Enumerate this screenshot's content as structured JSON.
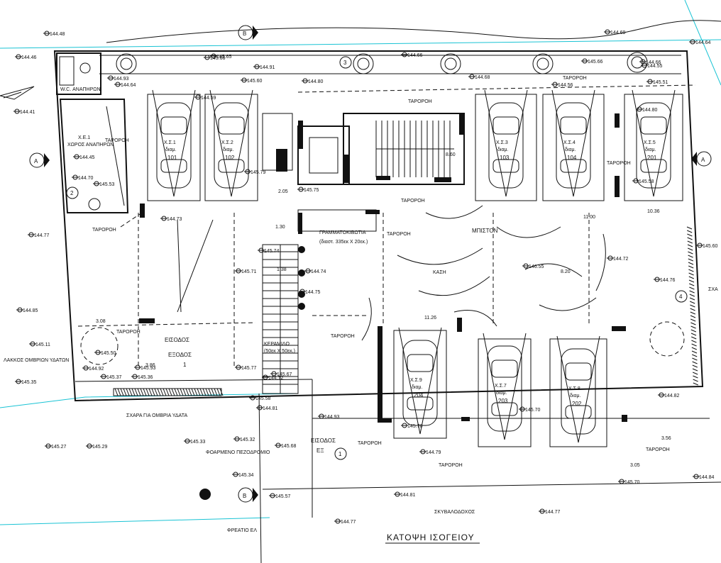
{
  "title": "ΚΑΤΟΨΗ ΙΣΟΓΕΙΟΥ",
  "section_markers": [
    "A",
    "A",
    "B",
    "B"
  ],
  "axis_markers": [
    "1",
    "2",
    "3",
    "4"
  ],
  "rooms": {
    "wc": "W.C. ΑΝΑΠΗΡΩΝ",
    "storage_top": "Χ.Ε.1",
    "storage_name": "ΧΩΡΟΣ ΑΝΑΠΗΡΩΝ",
    "lobby": "ΓΡΑΜΜΑΤΟΚΙΒΩΤΙΑ",
    "lobby_dims": "(διαστ. 335εκ Χ 20εκ.)",
    "ramp": "ΚΕΡΑΜΙΔΟ",
    "ramp_dims": "(50εκ Χ 50εκ.)",
    "exit1": "ΕΙΣΟΔΟΣ",
    "exit2": "ΕΞΟΔΟΣ",
    "exit_num": "1",
    "entrance_bottom": "ΕΙΣΟΔΟΣ",
    "entrance_bottom2": "ΕΞ",
    "piston": "ΜΠΙΣΤΟΝ",
    "kasi": "ΚΑΣΗ",
    "rain_pit": "ΛΑΚΚΟΣ ΟΜΒΡΙΩΝ ΥΔΑΤΩΝ",
    "grate": "ΣΧΑΡΑ ΓΙΑ ΟΜΒΡΙΑ ΥΔΑΤΑ",
    "pavement": "ΦΟΑΡΜΕΝΟ ΠΕΖΟΔΡΟΜΙΟ",
    "trash": "ΣΚΥΒΑΛΟΔΟΧΟΣ",
    "drain": "ΦΡΕΑΤΙΟ ΕΛ",
    "exa": "ΣΧΑ"
  },
  "parking": [
    {
      "code": "Χ.Σ.1",
      "sub": "διαμ.",
      "num": "101"
    },
    {
      "code": "Χ.Σ.2",
      "sub": "διαμ.",
      "num": "102"
    },
    {
      "code": "Χ.Σ.3",
      "sub": "διαμ.",
      "num": "103"
    },
    {
      "code": "Χ.Σ.4",
      "sub": "διαμ.",
      "num": "104"
    },
    {
      "code": "Χ.Σ.5",
      "sub": "διαμ.",
      "num": "201"
    },
    {
      "code": "Χ.Σ.9",
      "sub": "διαμ.",
      "num": "204"
    },
    {
      "code": "Χ.Σ.7",
      "sub": "διαμ.",
      "num": "203"
    },
    {
      "code": "Χ.Σ.8",
      "sub": "διαμ.",
      "num": "202"
    }
  ],
  "taroroi": "ΤΑΡΟΡΟΗ",
  "levels": [
    "144.48",
    "144.46",
    "144.64",
    "144.41",
    "144.45",
    "144.70",
    "144.73",
    "144.77",
    "144.85",
    "145.11",
    "144.92",
    "145.37",
    "145.35",
    "145.36",
    "145.93",
    "145.27",
    "145.29",
    "145.33",
    "145.32",
    "145.68",
    "145.34",
    "145.57",
    "145.66",
    "144.91",
    "145.60",
    "144.93",
    "145.65",
    "144.66",
    "144.69",
    "144.64",
    "144.55",
    "145.51",
    "144.80",
    "145.75",
    "145.76",
    "145.79",
    "145.74",
    "145.71",
    "144.74",
    "144.75",
    "145.77",
    "145.58",
    "144.72",
    "145.60",
    "144.72",
    "146.55",
    "144.76",
    "145.70",
    "144.79",
    "144.81",
    "144.77",
    "144.77",
    "145.70",
    "144.82",
    "144.84",
    "144.93",
    "145.50",
    "145.53",
    "144.68",
    "145.66",
    "144.56",
    "144.66",
    "145.58",
    "145.67",
    "144.81",
    "144.59",
    "144.80"
  ],
  "dims": [
    "8.60",
    "3.08",
    "3.86",
    "1.30",
    "2.05",
    "1.38",
    "11.00",
    "8.20",
    "11.26",
    "10.36",
    "3.56",
    "3.05"
  ]
}
